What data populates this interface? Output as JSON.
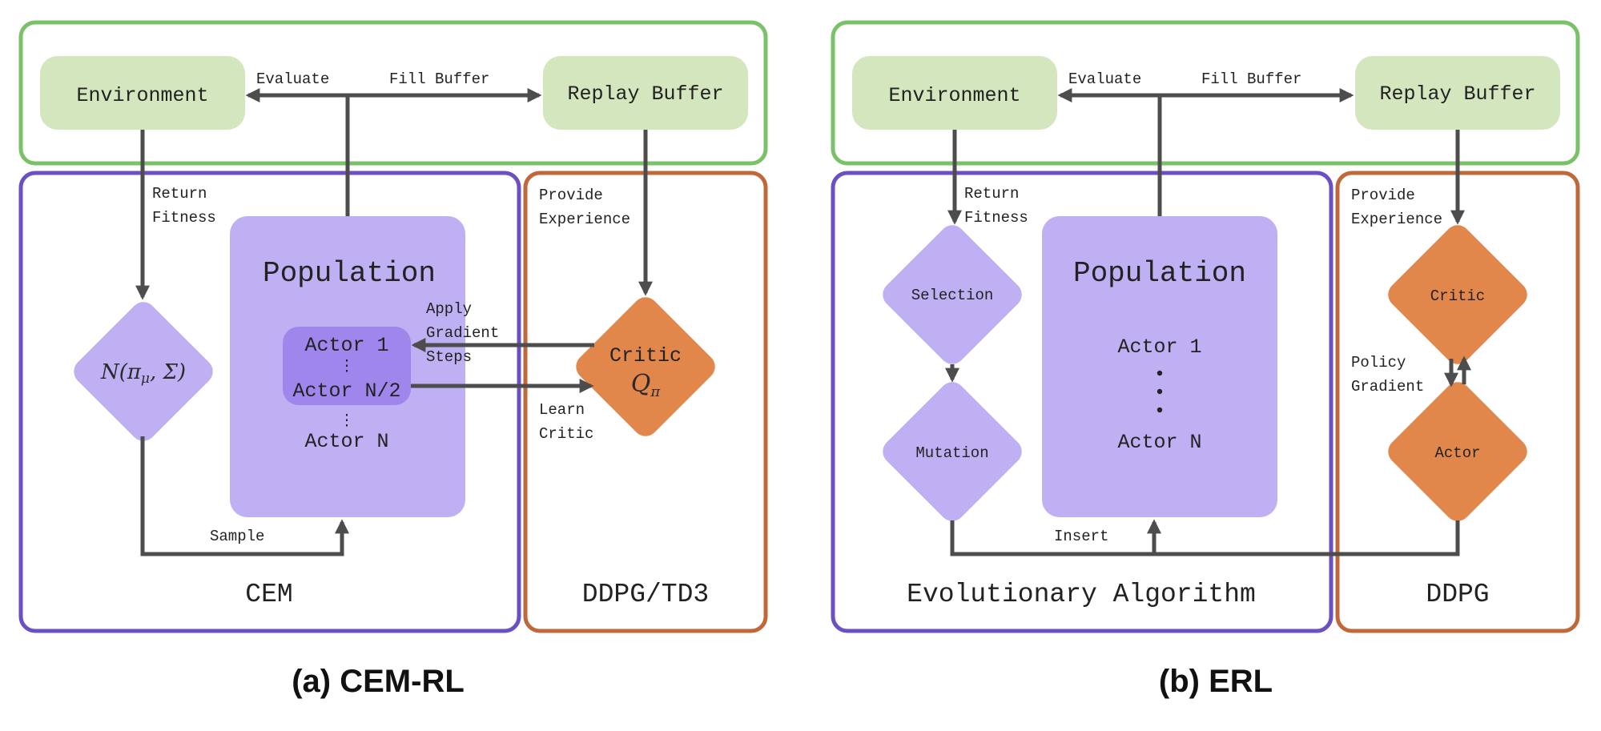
{
  "colors": {
    "env_border": "#79c267",
    "env_fill": "#d3e6bd",
    "ea_border": "#6b4fc4",
    "rl_border": "#c0683a",
    "population_fill": "#beb0f3",
    "actor_group_fill": "#9f86ec",
    "orange": "#e2874b",
    "arrow": "#4d4d4d"
  },
  "left": {
    "environment": "Environment",
    "replay_buffer": "Replay Buffer",
    "evaluate": "Evaluate",
    "fill_buffer": "Fill Buffer",
    "return": "Return",
    "fitness": "Fitness",
    "provide": "Provide",
    "experience": "Experience",
    "population": "Population",
    "actor_1": "Actor 1",
    "actor_half": "Actor N/2",
    "actor_n": "Actor N",
    "gaussian_main": "N(π",
    "gaussian_sub": "μ",
    "gaussian_end": ", Σ)",
    "apply": "Apply",
    "gradient": "Gradient",
    "steps": "Steps",
    "critic": "Critic",
    "q_main": "Q",
    "q_sub": "π",
    "learn": "Learn",
    "critic_label": "Critic",
    "sample": "Sample",
    "ea_title": "CEM",
    "rl_title": "DDPG/TD3",
    "caption": "(a) CEM-RL"
  },
  "right": {
    "environment": "Environment",
    "replay_buffer": "Replay Buffer",
    "evaluate": "Evaluate",
    "fill_buffer": "Fill Buffer",
    "return": "Return",
    "fitness": "Fitness",
    "provide": "Provide",
    "experience": "Experience",
    "selection": "Selection",
    "mutation": "Mutation",
    "population": "Population",
    "actor_1": "Actor 1",
    "actor_n": "Actor N",
    "critic": "Critic",
    "actor": "Actor",
    "policy": "Policy",
    "gradient": "Gradient",
    "insert": "Insert",
    "ea_title": "Evolutionary Algorithm",
    "rl_title": "DDPG",
    "caption": "(b) ERL"
  }
}
